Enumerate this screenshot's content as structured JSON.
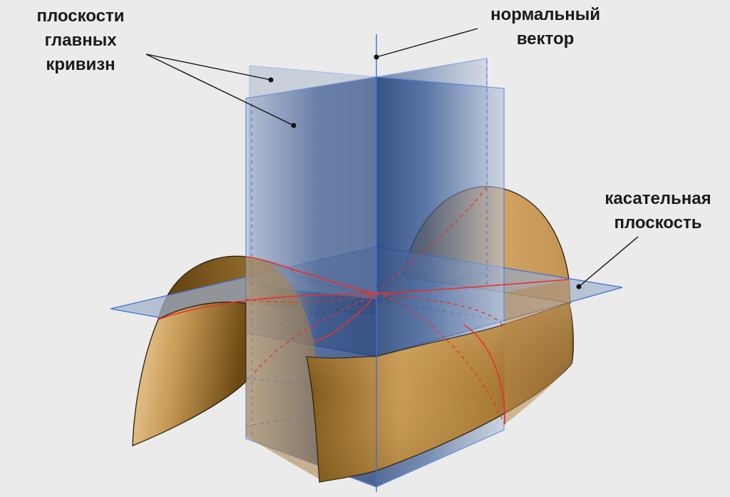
{
  "labels": {
    "principal_planes": [
      "плоскости",
      "главных",
      "кривизн"
    ],
    "normal_vector": [
      "нормальный",
      "вектор"
    ],
    "tangent_plane": [
      "касательная",
      "плоскость"
    ]
  },
  "colors": {
    "background": "#ebebeb",
    "plane_edge": "#3a6fd8",
    "plane_fill_dark": "#1e3f7a",
    "plane_fill_light": "#a7b8d3",
    "surface_dark": "#6a4a14",
    "surface_light": "#e9c48c",
    "surface_mid": "#c69a58",
    "curvature_line": "#e8322a",
    "leader_line": "#111111"
  }
}
